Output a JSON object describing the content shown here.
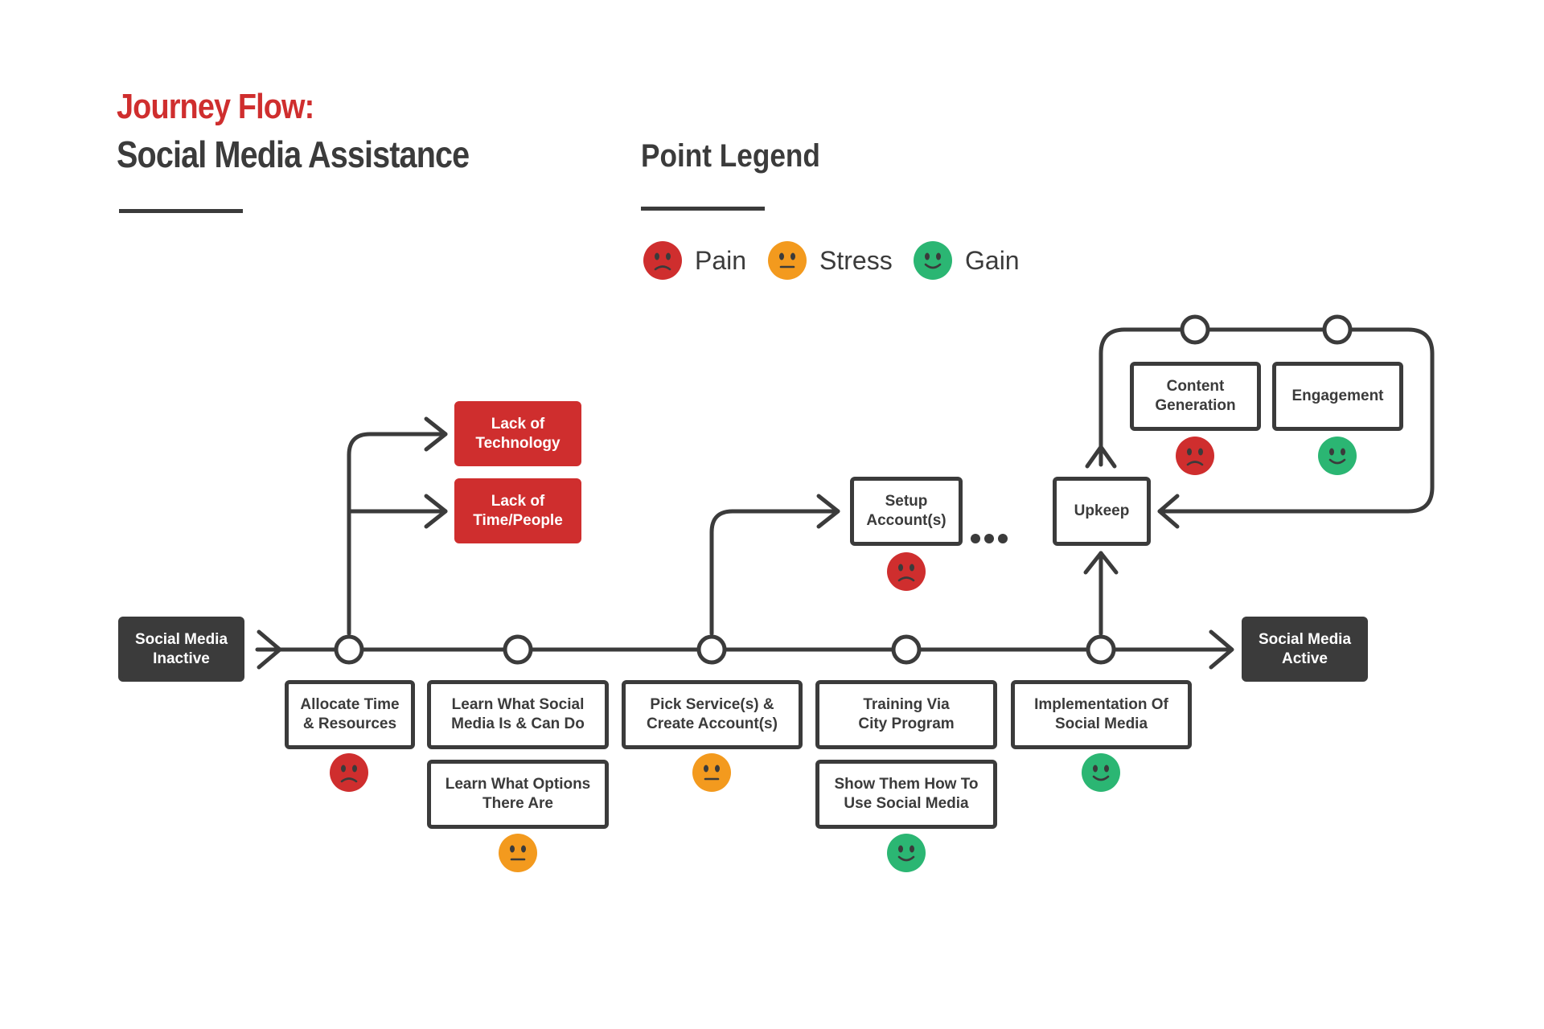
{
  "header": {
    "title_line1": "Journey Flow:",
    "title_line2": "Social Media Assistance"
  },
  "legend": {
    "title": "Point Legend",
    "items": [
      {
        "label": "Pain",
        "mood": "pain",
        "icon": "sad-face-icon",
        "color": "#cf2e2e"
      },
      {
        "label": "Stress",
        "mood": "stress",
        "icon": "neutral-face-icon",
        "color": "#f39a1e"
      },
      {
        "label": "Gain",
        "mood": "gain",
        "icon": "happy-face-icon",
        "color": "#2bb673"
      }
    ]
  },
  "colors": {
    "line": "#3b3b3b",
    "pain": "#cf2e2e",
    "stress": "#f39a1e",
    "gain": "#2bb673"
  },
  "flow": {
    "start": "Social Media\nInactive",
    "end": "Social Media\nActive",
    "barriers": [
      "Lack of\nTechnology",
      "Lack of\nTime/People"
    ],
    "setup": "Setup\nAccount(s)",
    "upkeep": "Upkeep",
    "loop": [
      "Content\nGeneration",
      "Engagement"
    ],
    "steps": [
      "Allocate Time\n& Resources",
      "Learn What Social\nMedia Is & Can Do",
      "Learn What Options\nThere Are",
      "Pick Service(s) &\nCreate Account(s)",
      "Training Via\nCity Program",
      "Show Them How To\nUse Social Media",
      "Implementation Of\nSocial Media"
    ],
    "moods": {
      "allocate": "pain",
      "learn_options": "stress",
      "pick_service": "stress",
      "show_them": "gain",
      "implementation": "gain",
      "setup": "pain",
      "content": "pain",
      "engagement": "gain"
    }
  }
}
